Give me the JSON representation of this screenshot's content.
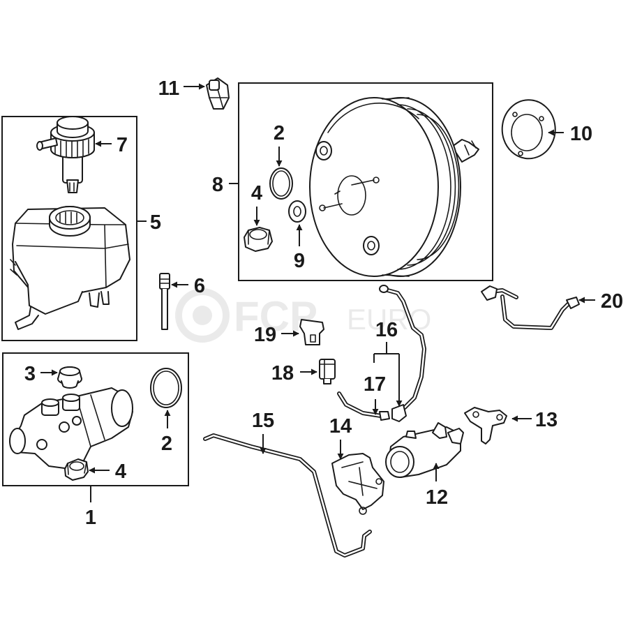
{
  "watermark": {
    "brand": "FCP",
    "suffix": "EURO"
  },
  "callouts": {
    "c1": "1",
    "c2a": "2",
    "c2b": "2",
    "c3": "3",
    "c4a": "4",
    "c4b": "4",
    "c5": "5",
    "c6": "6",
    "c7": "7",
    "c8": "8",
    "c9": "9",
    "c10": "10",
    "c11": "11",
    "c12": "12",
    "c13": "13",
    "c14": "14",
    "c15": "15",
    "c16": "16",
    "c17": "17",
    "c18": "18",
    "c19": "19",
    "c20": "20"
  }
}
